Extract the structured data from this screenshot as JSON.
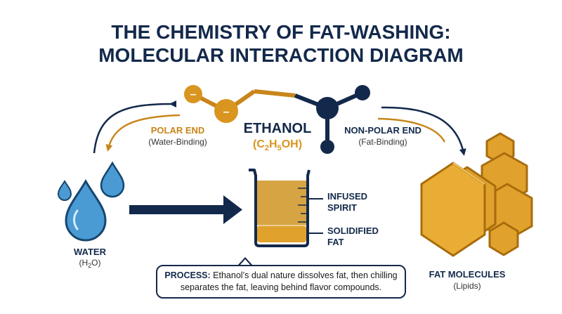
{
  "title": {
    "line1": "THE CHEMISTRY OF FAT-WASHING:",
    "line2": "MOLECULAR INTERACTION DIAGRAM"
  },
  "molecule": {
    "name": "ETHANOL",
    "formula_parts": [
      "(C",
      "2",
      "H",
      "5",
      "OH)"
    ],
    "polar_end": {
      "label": "POLAR END",
      "sub": "(Water-Binding)"
    },
    "nonpolar_end": {
      "label": "NON-POLAR END",
      "sub": "(Fat-Binding)"
    },
    "charge_symbol": "–"
  },
  "water": {
    "label": "WATER",
    "formula_parts": [
      "(H",
      "2",
      "O)"
    ]
  },
  "fat": {
    "label": "FAT MOLECULES",
    "sub": "(Lipids)"
  },
  "beaker": {
    "top_label": [
      "INFUSED",
      "SPIRIT"
    ],
    "bottom_label": [
      "SOLIDIFIED",
      "FAT"
    ]
  },
  "process": {
    "lead": "PROCESS:",
    "text": " Ethanol’s dual nature dissolves fat, then chilling separates the fat, leaving behind flavor compounds."
  },
  "colors": {
    "navy": "#13294b",
    "gold": "#d9951f",
    "gold_dark": "#a86c0c",
    "amber_liquid": "#d7a443",
    "fat_layer": "#e0a22d",
    "water_blue": "#4a9bd4",
    "water_dark": "#17466f"
  },
  "icons": [
    "water-drop-icon",
    "beaker-icon",
    "hexagon-fat-icon",
    "arrow-icon"
  ]
}
